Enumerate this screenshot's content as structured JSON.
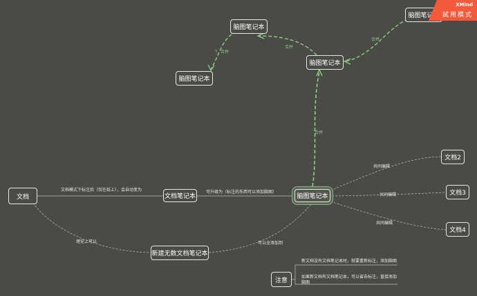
{
  "colors": {
    "background": "#4a4b47",
    "node_border": "#e6e6e6",
    "connector": "#bdbdbd",
    "merge_link": "#8fce86",
    "badge": "#f25a3c"
  },
  "badge": {
    "brand": "XMind",
    "mode": "試用模式"
  },
  "nodes": {
    "doc": "文档",
    "doc_note": "文档笔记本",
    "central": "脑图笔记本",
    "new_note": "新建无数文档笔记本",
    "doc2": "文档2",
    "doc3": "文档3",
    "doc4": "文档4",
    "mind_mid": "脑图笔记本",
    "mind_top": "脑图笔记本",
    "mind_left": "脑图笔记本",
    "mind_right": "脑图笔记本",
    "attention": "注意"
  },
  "labels": {
    "doc_to_note": "文档模式下标注后（仅在纸上），会自动变为",
    "upgrade": "可升级为（标注的东西可以添加脑图）",
    "theory": "理论上可以",
    "all_add": "可以全添加到",
    "co_edit_2": "共同编辑",
    "co_edit_3": "共同编辑",
    "co_edit_4": "共同编辑",
    "merge_up": "合并",
    "merge_mid": "合并",
    "merge_right": "合并",
    "merge_left": "？ 合并"
  },
  "notes": [
    "新文档没有文档笔记本时，就要重新标注，添加脑图",
    "如果新文档有文档笔记本，可以省去标注，直接添加脑图"
  ]
}
